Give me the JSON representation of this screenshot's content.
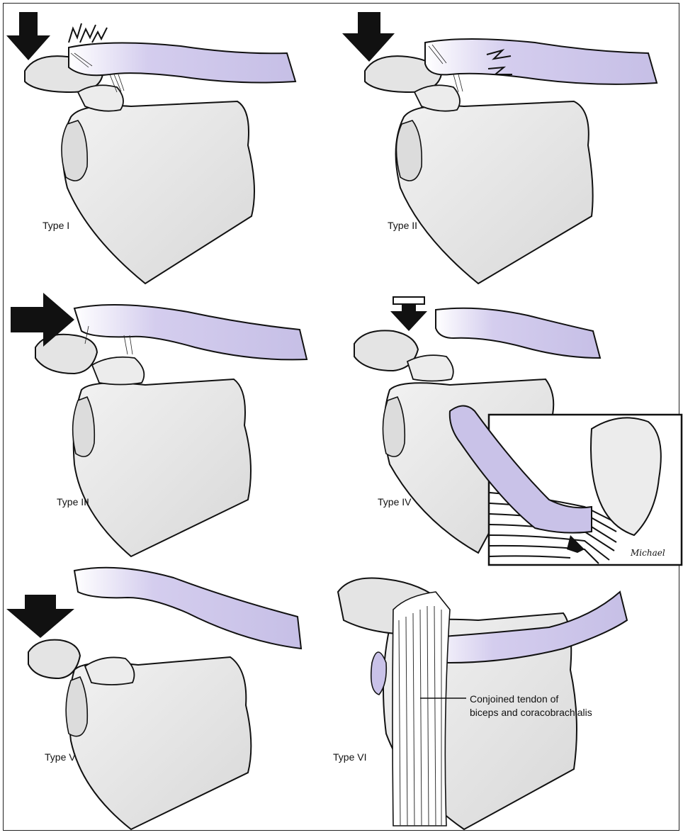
{
  "figure": {
    "panels": [
      {
        "id": "type-1",
        "label": "Type I"
      },
      {
        "id": "type-2",
        "label": "Type II"
      },
      {
        "id": "type-3",
        "label": "Type III"
      },
      {
        "id": "type-4",
        "label": "Type IV"
      },
      {
        "id": "type-5",
        "label": "Type V"
      },
      {
        "id": "type-6",
        "label": "Type VI"
      }
    ],
    "callout": {
      "line1": "Conjoined tendon of",
      "line2": "biceps and coracobrachialis"
    },
    "signature": "Michael"
  },
  "colors": {
    "clavicle": "#c9c2e8",
    "bone": "#e6e6e6",
    "ink": "#111111"
  }
}
